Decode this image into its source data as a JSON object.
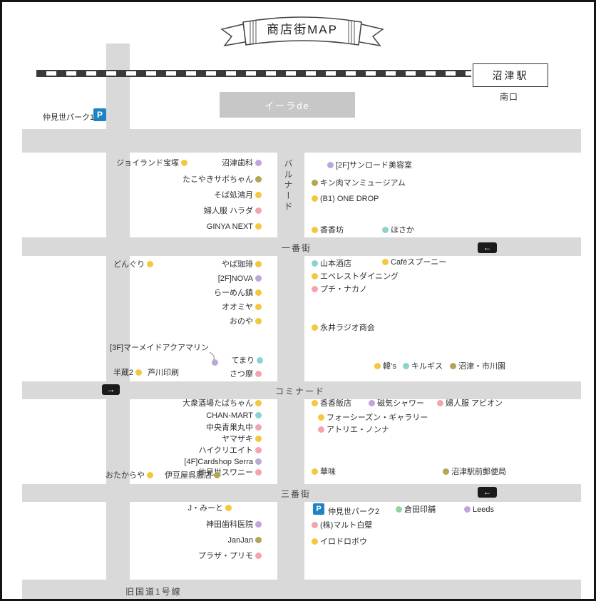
{
  "title": "商店街MAP",
  "station": {
    "name": "沼津駅",
    "south_exit": "南口"
  },
  "building": {
    "ila_de": "イーラde"
  },
  "parking": {
    "label": "P",
    "color": "parking_blue",
    "park1": "仲見世パーク1",
    "park2": "仲見世パーク2"
  },
  "streets": {
    "vertical": "バルナード",
    "first": "一番街",
    "cominade": "コミナード",
    "third": "三番街",
    "old_route": "旧国道1号線"
  },
  "arrows": {
    "left": "←",
    "right": "→"
  },
  "colors": {
    "yellow": "#f3c73e",
    "olive": "#b4a458",
    "purple": "#bda7d6",
    "pink": "#f4a3b0",
    "teal": "#8dd3cd",
    "green": "#99d19e",
    "parking_blue": "#1e82c4"
  },
  "shops": {
    "b1l": [
      {
        "name": "ジョイランド宝塚",
        "color": "yellow"
      },
      {
        "name": "沼津歯科",
        "color": "purple"
      },
      {
        "name": "たこやきサボちゃん",
        "color": "olive"
      },
      {
        "name": "そば処鴻月",
        "color": "yellow"
      },
      {
        "name": "婦人服 ハラダ",
        "color": "pink"
      },
      {
        "name": "GINYA NEXT",
        "color": "yellow"
      }
    ],
    "b1r": [
      {
        "name": "[2F]サンロード美容室",
        "color": "purple"
      },
      {
        "name": "キン肉マンミュージアム",
        "color": "olive"
      },
      {
        "name": "(B1) ONE DROP",
        "color": "yellow"
      },
      {
        "name": "香香坊",
        "color": "yellow"
      },
      {
        "name": "ほさか",
        "color": "teal"
      }
    ],
    "b2l": [
      {
        "name": "どんぐり",
        "color": "yellow"
      },
      {
        "name": "やば珈琲",
        "color": "yellow"
      },
      {
        "name": "[2F]NOVA",
        "color": "purple"
      },
      {
        "name": "らーめん鎮",
        "color": "yellow"
      },
      {
        "name": "オオミヤ",
        "color": "yellow"
      },
      {
        "name": "おのや",
        "color": "yellow"
      },
      {
        "name": "[3F]マーメイドアクアマリン",
        "color": "purple"
      },
      {
        "name": "てまり",
        "color": "teal"
      },
      {
        "name": "半蔵2",
        "color": "yellow"
      },
      {
        "name": "芦川印刷"
      },
      {
        "name": "さつ摩",
        "color": "pink"
      }
    ],
    "b2r": [
      {
        "name": "山本酒店",
        "color": "teal"
      },
      {
        "name": "Caféスプーニー",
        "color": "yellow"
      },
      {
        "name": "エベレストダイニング",
        "color": "yellow"
      },
      {
        "name": "プチ・ナカノ",
        "color": "pink"
      },
      {
        "name": "永井ラジオ商会",
        "color": "yellow"
      },
      {
        "name": "韓’s",
        "color": "yellow"
      },
      {
        "name": "キルギス",
        "color": "teal"
      },
      {
        "name": "沼津・市川園",
        "color": "olive"
      }
    ],
    "b3l": [
      {
        "name": "大衆酒場たばちゃん",
        "color": "yellow"
      },
      {
        "name": "CHAN-MART",
        "color": "teal"
      },
      {
        "name": "中央青果丸中",
        "color": "pink"
      },
      {
        "name": "ヤマザキ",
        "color": "yellow"
      },
      {
        "name": "ハイクリエイト",
        "color": "pink"
      },
      {
        "name": "[4F]Cardshop Serra",
        "color": "purple"
      },
      {
        "name": "仲見世スワニー",
        "color": "pink"
      },
      {
        "name": "おたからや",
        "color": "yellow"
      },
      {
        "name": "伊豆屋呉服店",
        "color": "olive"
      }
    ],
    "b3r": [
      {
        "name": "香香飯店",
        "color": "yellow"
      },
      {
        "name": "磁気シャワー",
        "color": "purple"
      },
      {
        "name": "婦人服 アビオン",
        "color": "pink"
      },
      {
        "name": "フォーシーズン・ギャラリー",
        "color": "yellow"
      },
      {
        "name": "アトリエ・ノンナ",
        "color": "pink"
      },
      {
        "name": "華味",
        "color": "yellow"
      },
      {
        "name": "沼津駅前郵便局",
        "color": "olive"
      }
    ],
    "b4l": [
      {
        "name": "J・みーと",
        "color": "yellow"
      },
      {
        "name": "神田歯科医院",
        "color": "purple"
      },
      {
        "name": "JanJan",
        "color": "olive"
      },
      {
        "name": "プラザ・プリモ",
        "color": "pink"
      }
    ],
    "b4r": [
      {
        "name": "倉田印舗",
        "color": "green"
      },
      {
        "name": "Leeds",
        "color": "purple"
      },
      {
        "name": "(株)マルト白壁",
        "color": "pink"
      },
      {
        "name": "イロドロボウ",
        "color": "yellow"
      }
    ]
  }
}
